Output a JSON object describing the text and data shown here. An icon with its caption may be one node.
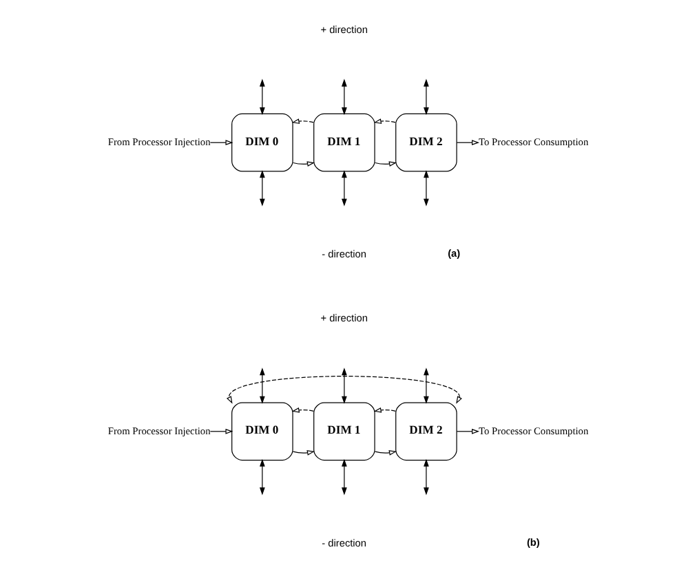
{
  "diagram": {
    "nodes": [
      {
        "text": [
          "From Processor Injection"
        ]
      },
      {
        "text": [
          "DIM 0"
        ]
      },
      {
        "text": [
          "DIM 1"
        ]
      },
      {
        "text": [
          "DIM 2"
        ]
      },
      {
        "text": [
          "To Processor Consumption"
        ]
      },
      {
        "text": [
          "From Processor Injection"
        ]
      },
      {
        "text": [
          "DIM 0"
        ]
      },
      {
        "text": [
          "DIM 1"
        ]
      },
      {
        "text": [
          "DIM 2"
        ]
      },
      {
        "text": [
          "To Processor Consumption"
        ]
      }
    ],
    "edges": [
      {
        "from": 0,
        "to": 1,
        "arrow": "to"
      },
      {
        "from": 1,
        "to": 2,
        "arrow": "to"
      },
      {
        "from": 2,
        "to": 3,
        "arrow": "to"
      },
      {
        "from": 3,
        "to": 4,
        "arrow": "to"
      },
      {
        "from": 2,
        "to": 1,
        "arrow": "to",
        "style": "dashed"
      },
      {
        "from": 3,
        "to": 2,
        "arrow": "to",
        "style": "dashed"
      },
      {
        "from": null,
        "to": 1,
        "arrow": "both"
      },
      {
        "from": null,
        "to": 2,
        "arrow": "both"
      },
      {
        "from": null,
        "to": 3,
        "arrow": "both"
      },
      {
        "from": 1,
        "to": null,
        "arrow": "both"
      },
      {
        "from": 2,
        "to": null,
        "arrow": "both"
      },
      {
        "from": 3,
        "to": null,
        "arrow": "both"
      },
      {
        "from": 5,
        "to": 6,
        "arrow": "to"
      },
      {
        "from": 6,
        "to": 7,
        "arrow": "to"
      },
      {
        "from": 7,
        "to": 8,
        "arrow": "to"
      },
      {
        "from": 8,
        "to": 9,
        "arrow": "to"
      },
      {
        "from": 7,
        "to": 6,
        "arrow": "to",
        "style": "dashed"
      },
      {
        "from": 8,
        "to": 7,
        "arrow": "to",
        "style": "dashed"
      },
      {
        "from": 8,
        "to": 6,
        "arrow": "both",
        "style": "dashed"
      },
      {
        "from": null,
        "to": 6,
        "arrow": "both"
      },
      {
        "from": null,
        "to": 7,
        "arrow": "both"
      },
      {
        "from": null,
        "to": 8,
        "arrow": "both"
      },
      {
        "from": 6,
        "to": null,
        "arrow": "both"
      },
      {
        "from": 7,
        "to": null,
        "arrow": "both"
      },
      {
        "from": 8,
        "to": null,
        "arrow": "both"
      }
    ],
    "labels": [
      "+ direction",
      "- direction",
      "(a)",
      "+ direction",
      "(b)",
      "- direction"
    ]
  }
}
